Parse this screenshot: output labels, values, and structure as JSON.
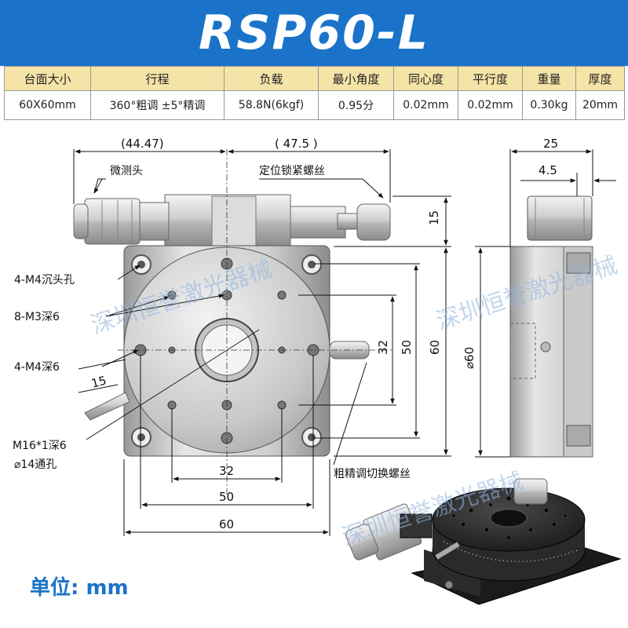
{
  "title": "RSP60-L",
  "spec_table": {
    "headers": [
      "台面大小",
      "行程",
      "负载",
      "最小角度",
      "同心度",
      "平行度",
      "重量",
      "厚度"
    ],
    "values": [
      "60X60mm",
      "360°粗调 ±5°精调",
      "58.8N(6kgf)",
      "0.95分",
      "0.02mm",
      "0.02mm",
      "0.30kg",
      "20mm"
    ]
  },
  "callouts": {
    "micrometer": "微测头",
    "lock_screw": "定位锁紧螺丝",
    "m4_countersink": "4-M4沉头孔",
    "m3_holes": "8-M3深6",
    "m4_holes": "4-M4深6",
    "center_thread": "M16*1深6",
    "center_hole": "⌀14通孔",
    "switch_screw": "粗精调切换螺丝"
  },
  "dimensions": {
    "top_left": "(44.47)",
    "top_right": "( 47.5 )",
    "height_15": "15",
    "v32": "32",
    "v50": "50",
    "v60": "60",
    "angle_15": "15",
    "h32": "32",
    "h50": "50",
    "h60": "60",
    "side_25": "25",
    "side_4_5": "4.5",
    "side_dia": "⌀60"
  },
  "watermark": "深圳恒誉激光器械",
  "unit": "单位: mm",
  "colors": {
    "banner": "#1a73c8",
    "header_bg": "#f5e4a8",
    "unit_text": "#1a73c8"
  }
}
